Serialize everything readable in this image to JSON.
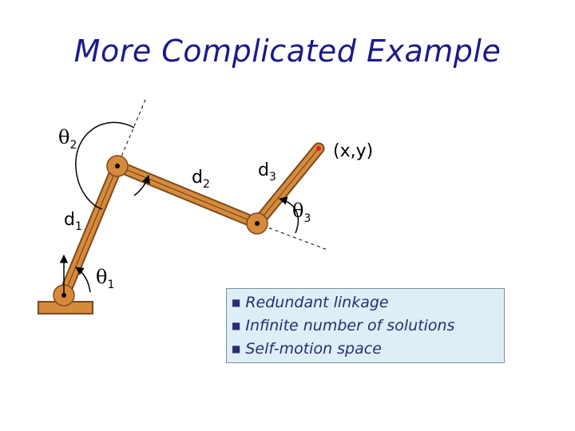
{
  "slide": {
    "title": "More Complicated Example"
  },
  "labels": {
    "theta2": {
      "symbol": "θ",
      "sub": "2"
    },
    "d2": {
      "symbol": "d",
      "sub": "2"
    },
    "d3": {
      "symbol": "d",
      "sub": "3"
    },
    "xy": "(x,y)",
    "theta3": {
      "symbol": "θ",
      "sub": "3"
    },
    "d1": {
      "symbol": "d",
      "sub": "1"
    },
    "theta1": {
      "symbol": "θ",
      "sub": "1"
    }
  },
  "bullets": [
    "Redundant linkage",
    "Infinite number of solutions",
    "Self-motion space"
  ],
  "colors": {
    "link": "#d68a3c",
    "link_edge": "#7a4a1c",
    "title": "#1a1a8c",
    "end_effector": "#e02020",
    "notes_bg": "#ddeef6",
    "bullet_text": "#2b2b73"
  },
  "icons": {
    "bullet": "square-bullet-icon",
    "joint": "revolute-joint-icon"
  }
}
